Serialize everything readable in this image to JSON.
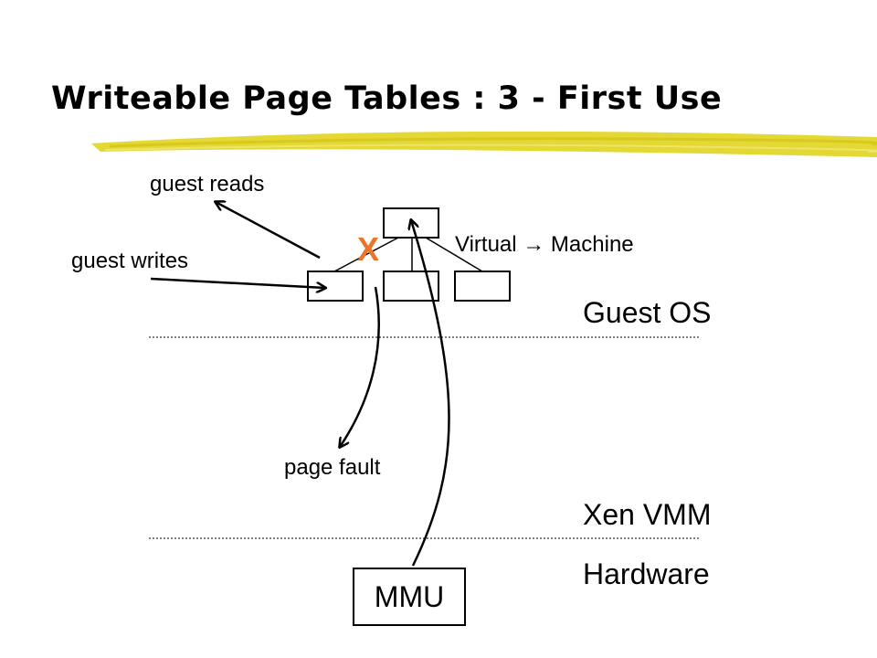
{
  "slide": {
    "title": "Writeable Page Tables : 3 - First Use"
  },
  "labels": {
    "guest_reads": "guest reads",
    "guest_writes": "guest writes",
    "virtual_machine": "Virtual → Machine",
    "x_mark": "X",
    "page_fault": "page fault"
  },
  "layers": {
    "guest_os": "Guest OS",
    "xen_vmm": "Xen VMM",
    "hardware": "Hardware"
  },
  "mmu": {
    "label": "MMU"
  },
  "colors": {
    "highlight": "#e2d629",
    "x_mark": "#ec7426",
    "lines": "#000000"
  }
}
